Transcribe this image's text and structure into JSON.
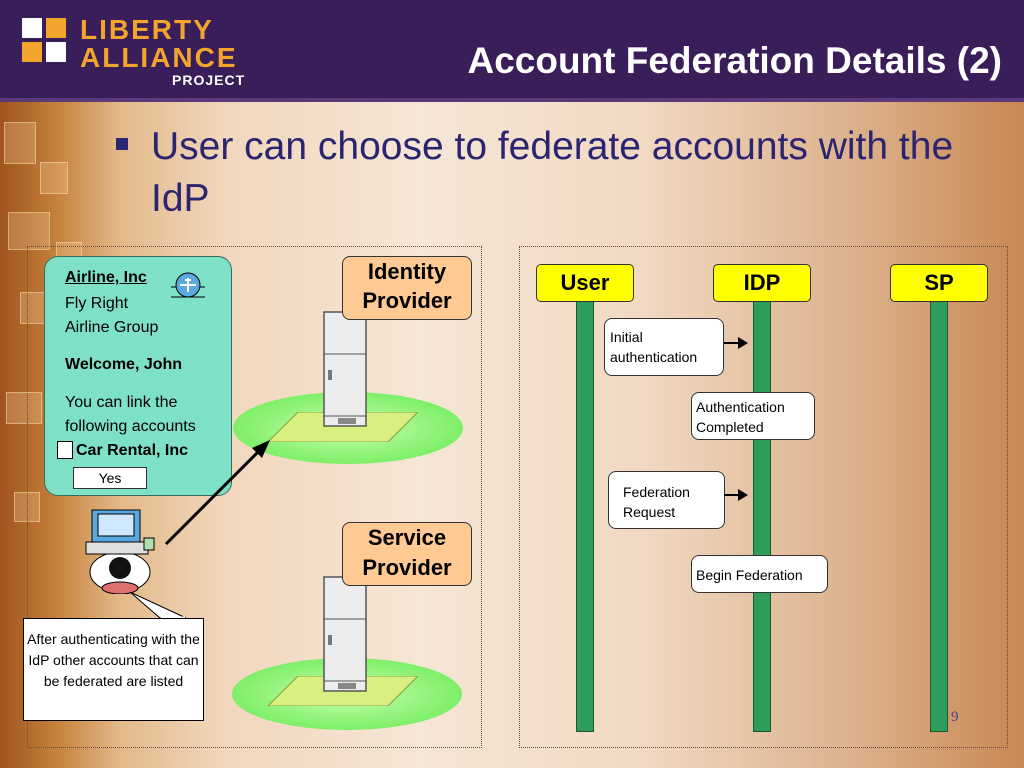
{
  "logo": {
    "line1": "LIBERTY",
    "line2": "ALLIANCE",
    "line3": "PROJECT"
  },
  "title": "Account Federation Details (2)",
  "bullet": "User can choose to federate accounts with the IdP",
  "airline": {
    "name": "Airline, Inc",
    "line2": "Fly Right",
    "line3": "Airline Group",
    "welcome": "Welcome, John",
    "link1": "You can link the",
    "link2": "following accounts",
    "account": "Car Rental, Inc",
    "yes": "Yes"
  },
  "idp_label": {
    "line1": "Identity",
    "line2": "Provider"
  },
  "sp_label": {
    "line1": "Service",
    "line2": "Provider"
  },
  "note": "After authenticating with the IdP other accounts that can be federated are listed",
  "sequence": {
    "headers": [
      "User",
      "IDP",
      "SP"
    ],
    "messages": [
      {
        "line1": "Initial",
        "line2": "authentication"
      },
      {
        "line1": "Authentication",
        "line2": "Completed"
      },
      {
        "line1": "Federation",
        "line2": "Request"
      },
      {
        "line1": "Begin Federation",
        "line2": ""
      }
    ]
  },
  "page_number": "9",
  "colors": {
    "header": "#3a1e5a",
    "accent": "#f2a42c",
    "lifeline": "#2e9c5a",
    "seq_header": "#ffff00"
  }
}
